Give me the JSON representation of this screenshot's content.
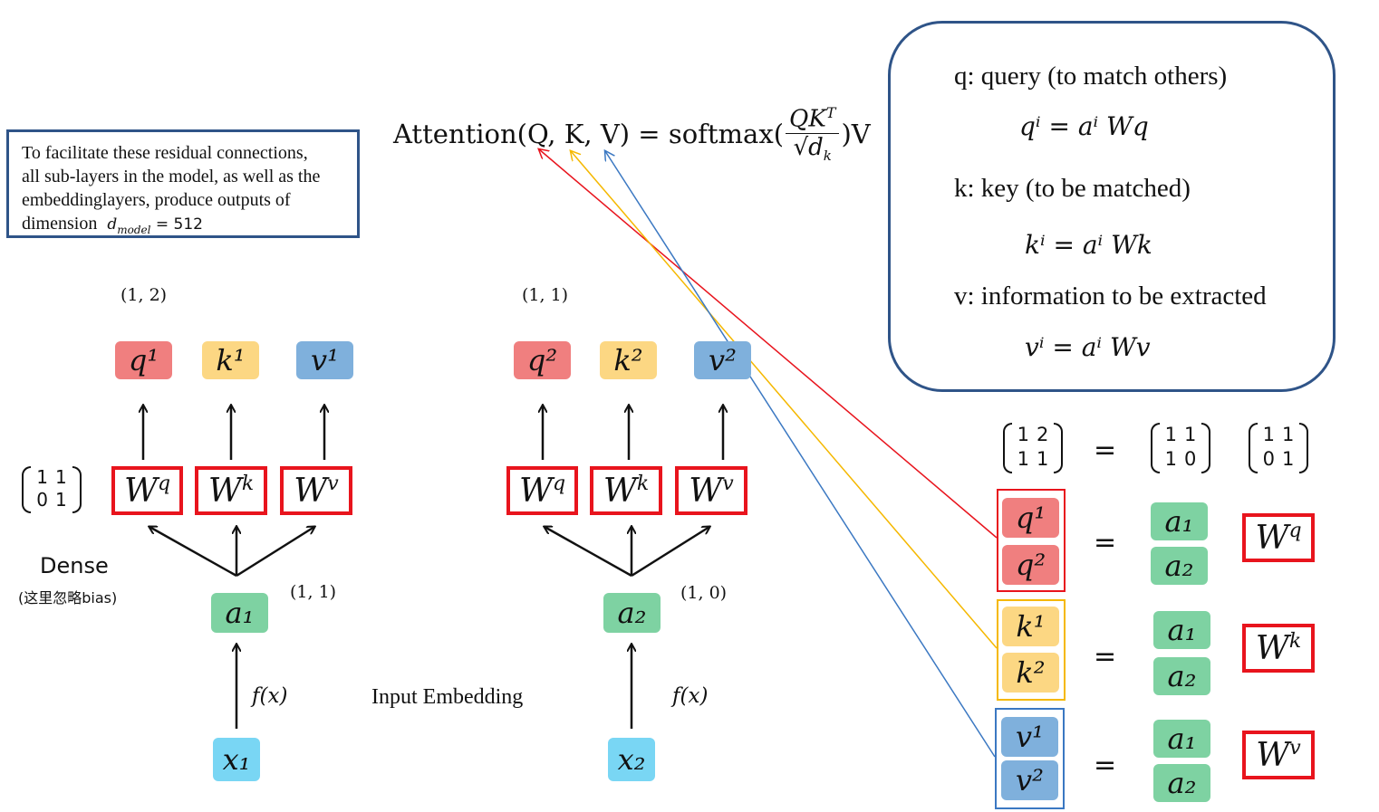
{
  "note_box": {
    "line1": "To facilitate these residual connections,",
    "line2": "all sub-layers in the model, as well as the",
    "line3": "embeddinglayers, produce outputs of",
    "line4_prefix": "dimension",
    "line4_formula": "d",
    "line4_sub": "model",
    "line4_value": " = 512"
  },
  "formula": {
    "attention": "Attention(Q, K, V) = softmax(",
    "numerator": "QK",
    "numerator_sup": "T",
    "denominator": "√d",
    "denominator_sub": "k",
    "tail": ")V"
  },
  "legend_box": {
    "q_title": "q: query (to match others)",
    "q_formula": "qⁱ = aⁱ Wq",
    "k_title": "k: key (to be matched)",
    "k_formula": "kⁱ = aⁱ Wk",
    "v_title": "v: information to be extracted",
    "v_formula": "vⁱ = aⁱ Wv"
  },
  "left_column": {
    "q": "q¹",
    "k": "k¹",
    "v": "v¹",
    "qkv_values": "(1, 2)",
    "a": "a₁",
    "a_values": "(1, 1)",
    "x": "x₁",
    "fx": "f(x)",
    "dense": "Dense",
    "dense_note": "(这里忽略bias)",
    "matrix": [
      [
        "1",
        "1"
      ],
      [
        "0",
        "1"
      ]
    ]
  },
  "middle_column": {
    "q": "q²",
    "k": "k²",
    "v": "v²",
    "qkv_values": "(1, 1)",
    "a": "a₂",
    "a_values": "(1, 0)",
    "x": "x₂",
    "fx": "f(x)",
    "input_embedding": "Input Embedding"
  },
  "weights": {
    "wq": "Wq",
    "wk": "Wk",
    "wv": "Wv"
  },
  "right_panel": {
    "matrix_result": [
      [
        "1",
        "2"
      ],
      [
        "1",
        "1"
      ]
    ],
    "matrix_a": [
      [
        "1",
        "1"
      ],
      [
        "1",
        "0"
      ]
    ],
    "matrix_w": [
      [
        "1",
        "1"
      ],
      [
        "0",
        "1"
      ]
    ],
    "equals": "=",
    "q1": "q¹",
    "q2": "q²",
    "k1": "k¹",
    "k2": "k²",
    "v1": "v¹",
    "v2": "v²",
    "a1": "a₁",
    "a2": "a₂"
  },
  "colors": {
    "q": "#f07f7f",
    "k": "#fcd783",
    "v": "#7fb0dc",
    "a": "#7ed2a2",
    "x": "#79d6f4",
    "weight_border": "#e8141d",
    "q_arrow": "#e8141d",
    "k_arrow": "#f5b800",
    "v_arrow": "#3b78c2",
    "panel_border": "#2f5488"
  }
}
